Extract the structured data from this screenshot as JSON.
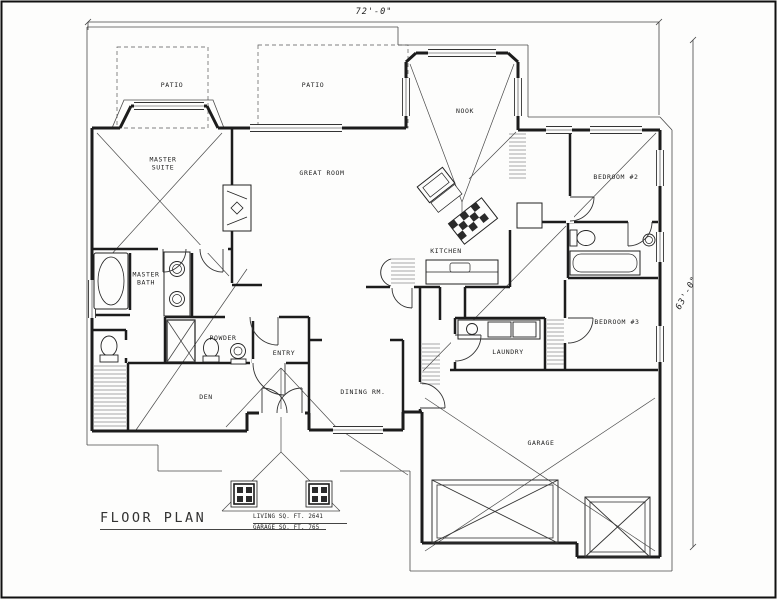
{
  "title_block": {
    "title": "FLOOR PLAN",
    "living_sqft": "LIVING SQ. FT. 2641",
    "garage_sqft": "GARAGE SQ. FT. 765"
  },
  "dimensions": {
    "top": "72'-0\"",
    "right": "63'-0\""
  },
  "rooms": [
    {
      "id": "patio-left",
      "label": "PATIO"
    },
    {
      "id": "patio-right",
      "label": "PATIO"
    },
    {
      "id": "nook",
      "label": "NOOK"
    },
    {
      "id": "master-suite",
      "label": "MASTER SUITE"
    },
    {
      "id": "great-room",
      "label": "GREAT ROOM"
    },
    {
      "id": "bedroom-2",
      "label": "BEDROOM #2"
    },
    {
      "id": "kitchen",
      "label": "KITCHEN"
    },
    {
      "id": "master-bath",
      "label": "MASTER BATH"
    },
    {
      "id": "powder",
      "label": "POWDER"
    },
    {
      "id": "entry",
      "label": "ENTRY"
    },
    {
      "id": "laundry",
      "label": "LAUNDRY"
    },
    {
      "id": "den",
      "label": "DEN"
    },
    {
      "id": "dining-room",
      "label": "DINING RM."
    },
    {
      "id": "bedroom-3",
      "label": "BEDROOM #3"
    },
    {
      "id": "garage",
      "label": "GARAGE"
    }
  ],
  "colors": {
    "ink": "#1c1c1c",
    "thin_line": "#4a4a4a",
    "paper": "#fdfdfc"
  }
}
